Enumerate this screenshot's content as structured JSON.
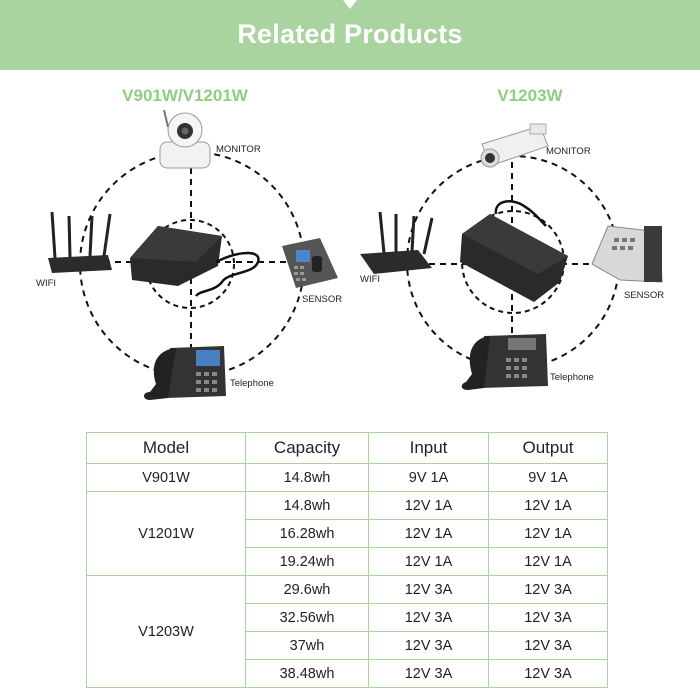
{
  "banner": {
    "title": "Related Products"
  },
  "diagrams": [
    {
      "title": "V901W/V1201W",
      "labels": {
        "monitor": "MONITOR",
        "wifi": "WIFI",
        "sensor": "SENSOR",
        "telephone": "Telephone"
      }
    },
    {
      "title": "V1203W",
      "labels": {
        "monitor": "MONITOR",
        "wifi": "WIFI",
        "sensor": "SENSOR",
        "telephone": "Telephone"
      }
    }
  ],
  "table": {
    "headers": [
      "Model",
      "Capacity",
      "Input",
      "Output"
    ],
    "groups": [
      {
        "model": "V901W",
        "rows": [
          {
            "capacity": "14.8wh",
            "input": "9V 1A",
            "output": "9V 1A"
          }
        ]
      },
      {
        "model": "V1201W",
        "rows": [
          {
            "capacity": "14.8wh",
            "input": "12V 1A",
            "output": "12V 1A"
          },
          {
            "capacity": "16.28wh",
            "input": "12V 1A",
            "output": "12V 1A"
          },
          {
            "capacity": "19.24wh",
            "input": "12V 1A",
            "output": "12V 1A"
          }
        ]
      },
      {
        "model": "V1203W",
        "rows": [
          {
            "capacity": "29.6wh",
            "input": "12V 3A",
            "output": "12V 3A"
          },
          {
            "capacity": "32.56wh",
            "input": "12V 3A",
            "output": "12V 3A"
          },
          {
            "capacity": "37wh",
            "input": "12V 3A",
            "output": "12V 3A"
          },
          {
            "capacity": "38.48wh",
            "input": "12V 3A",
            "output": "12V 3A"
          }
        ]
      }
    ]
  }
}
